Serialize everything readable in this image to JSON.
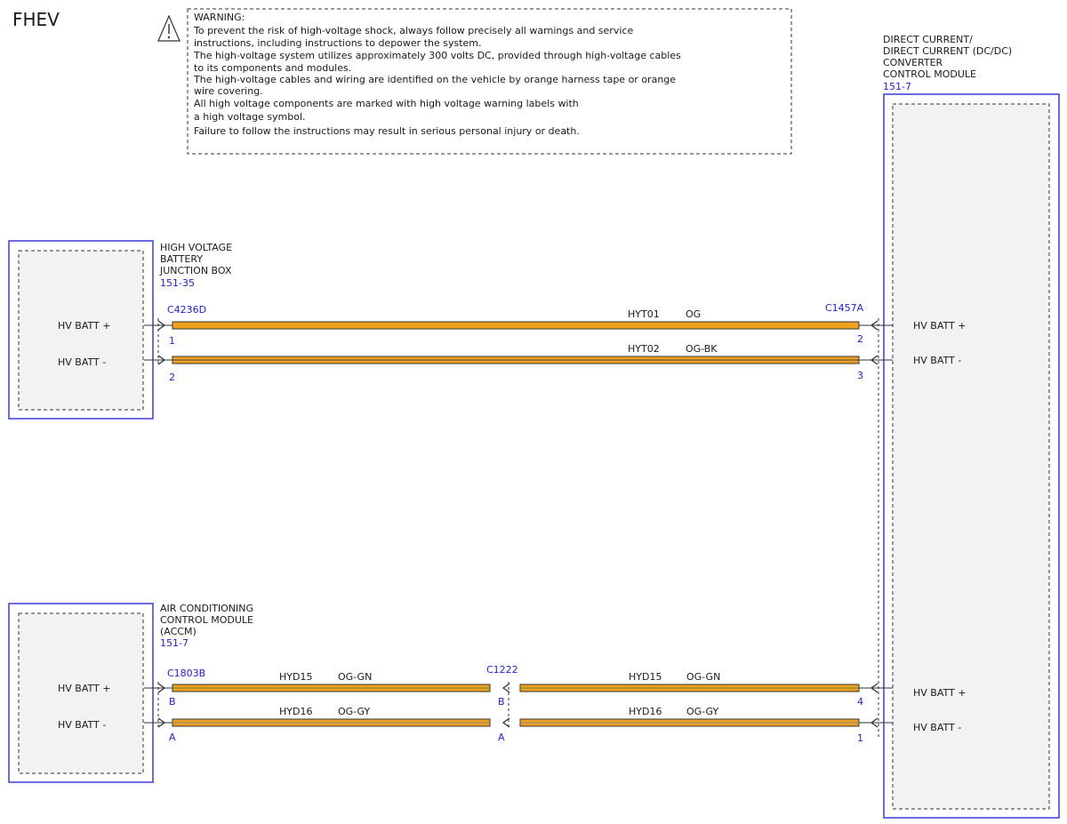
{
  "title": "FHEV",
  "warning": {
    "lines": [
      "WARNING:",
      "To prevent the risk of high-voltage shock, always follow precisely all warnings and service",
      "instructions, including instructions to depower the system.",
      "The high-voltage system utilizes approximately 300 volts DC, provided through high-voltage cables",
      "to its components and modules.",
      "The high-voltage cables and wiring are identified on the vehicle by orange harness tape or orange",
      "wire covering.",
      "All high voltage components are marked with high voltage warning labels with",
      "a high voltage symbol.",
      "Failure to follow the instructions may result in serious personal injury or death."
    ]
  },
  "modules": {
    "dcdc": {
      "name_lines": [
        "DIRECT CURRENT/",
        "DIRECT CURRENT (DC/DC)",
        "CONVERTER",
        "CONTROL MODULE"
      ],
      "ref": "151-7",
      "pins": [
        "HV BATT +",
        "HV BATT -",
        "HV BATT +",
        "HV BATT -"
      ]
    },
    "hvbjb": {
      "name_lines": [
        "HIGH VOLTAGE",
        "BATTERY",
        "JUNCTION BOX"
      ],
      "ref": "151-35",
      "pins": [
        "HV BATT +",
        "HV BATT -"
      ]
    },
    "accm": {
      "name_lines": [
        "AIR CONDITIONING",
        "CONTROL MODULE",
        "(ACCM)"
      ],
      "ref": "151-7",
      "pins": [
        "HV BATT +",
        "HV BATT -"
      ]
    }
  },
  "connectors": {
    "c4236d": {
      "name": "C4236D",
      "pins": [
        "1",
        "2"
      ]
    },
    "c1457a": {
      "name": "C1457A",
      "pins": [
        "2",
        "3",
        "4",
        "1"
      ]
    },
    "c1803b": {
      "name": "C1803B",
      "pins": [
        "B",
        "A"
      ]
    },
    "c1222": {
      "name": "C1222",
      "pins": [
        "B",
        "A"
      ]
    }
  },
  "wires": [
    {
      "circuit": "HYT01",
      "color": "OG"
    },
    {
      "circuit": "HYT02",
      "color": "OG-BK"
    },
    {
      "circuit": "HYD15",
      "color": "OG-GN"
    },
    {
      "circuit": "HYD16",
      "color": "OG-GY"
    },
    {
      "circuit": "HYD15",
      "color": "OG-GN"
    },
    {
      "circuit": "HYD16",
      "color": "OG-GY"
    }
  ],
  "colors": {
    "module_border": "#3a3adc",
    "label_blue": "#1f1fd0",
    "wire_orange": "#f0a020",
    "module_fill": "#f2f2f2"
  }
}
